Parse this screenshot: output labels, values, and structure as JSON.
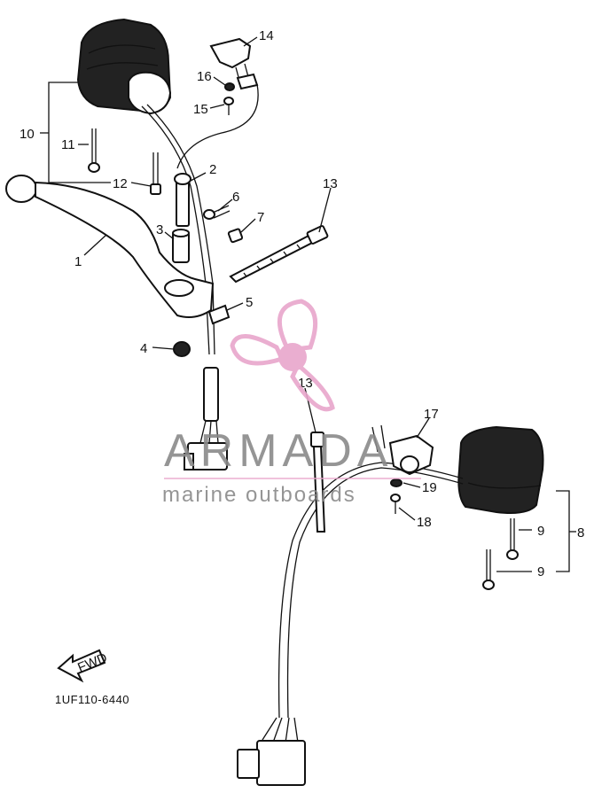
{
  "diagram": {
    "drawing_code": "1UF110-6440",
    "arrow_label": "FWD",
    "callouts": {
      "c1": "1",
      "c2": "2",
      "c3": "3",
      "c4": "4",
      "c5": "5",
      "c6": "6",
      "c7": "7",
      "c8": "8",
      "c9a": "9",
      "c9b": "9",
      "c10": "10",
      "c11": "11",
      "c12": "12",
      "c13a": "13",
      "c13b": "13",
      "c14": "14",
      "c15": "15",
      "c16": "16",
      "c17": "17",
      "c18": "18",
      "c19": "19"
    }
  },
  "watermark": {
    "brand": "ARMADA",
    "tagline": "marine outboards",
    "logo_color": "#e8a6cc"
  }
}
